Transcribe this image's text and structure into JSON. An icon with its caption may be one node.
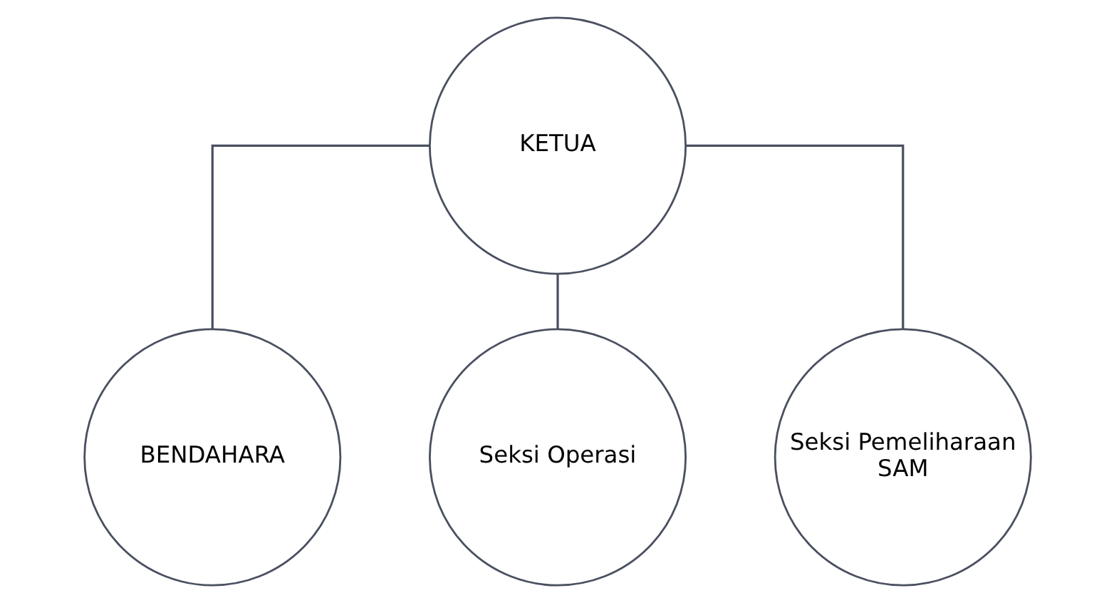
{
  "diagram": {
    "nodes": [
      {
        "text": [
          "KETUA"
        ]
      },
      {
        "text": [
          "BENDAHARA"
        ]
      },
      {
        "text": [
          "Seksi Operasi"
        ]
      },
      {
        "text": [
          "Seksi Pemeliharaan SAM"
        ]
      }
    ],
    "edges": [
      {
        "from": 0,
        "to": 1,
        "arrow": "none"
      },
      {
        "from": 0,
        "to": 2,
        "arrow": "none"
      },
      {
        "from": 0,
        "to": 3,
        "arrow": "none"
      }
    ]
  }
}
